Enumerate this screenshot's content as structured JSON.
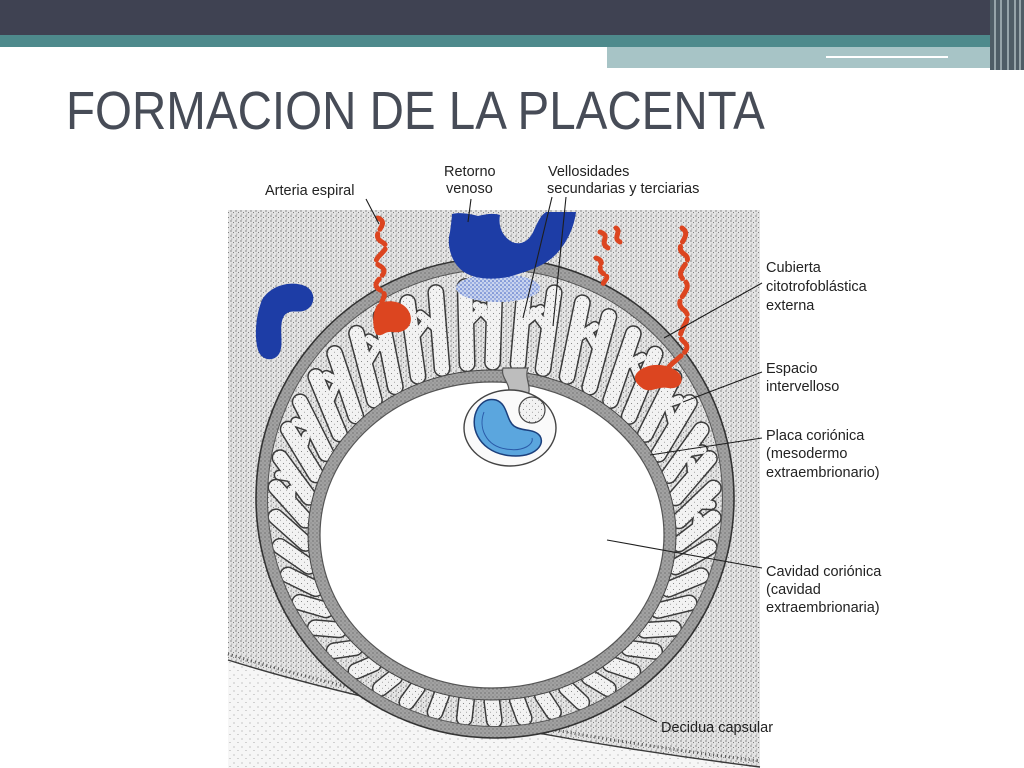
{
  "slide": {
    "title": "FORMACION DE LA PLACENTA",
    "colors": {
      "header_dark": "#3f4252",
      "header_teal": "#4e8a8c",
      "header_light": "#a7c4c6",
      "title_text": "#474c57"
    }
  },
  "diagram": {
    "labels": {
      "spiral_artery": "Arteria espiral",
      "venous_return": [
        "Retorno",
        "venoso"
      ],
      "villi": [
        "Vellosidades",
        "secundarias y terciarias"
      ],
      "cytotrophoblastic_shell": [
        "Cubierta",
        "citotrofoblástica",
        "externa"
      ],
      "intervillous_space": [
        "Espacio",
        "intervelloso"
      ],
      "chorionic_plate": [
        "Placa coriónica",
        "(mesodermo",
        "extraembrionario)"
      ],
      "chorionic_cavity": [
        "Cavidad coriónica",
        "(cavidad",
        "extraembrionaria)"
      ],
      "decidua_capsularis": "Decidua capsular"
    },
    "colors": {
      "artery": "#dc4520",
      "vein": "#1d3da6",
      "embryo": "#5ba6de"
    }
  }
}
